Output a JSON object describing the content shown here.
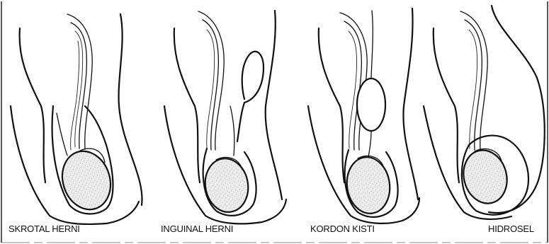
{
  "panels": [
    {
      "label": "SKROTAL HERNI"
    },
    {
      "label": "INGUINAL HERNI"
    },
    {
      "label": "KORDON KISTI"
    },
    {
      "label": "HIDROSEL"
    }
  ],
  "colors": {
    "ink": "#111111",
    "testis_fill": "#e9e9e9",
    "fluid_fill": "#ffffff",
    "background": "#ffffff"
  }
}
